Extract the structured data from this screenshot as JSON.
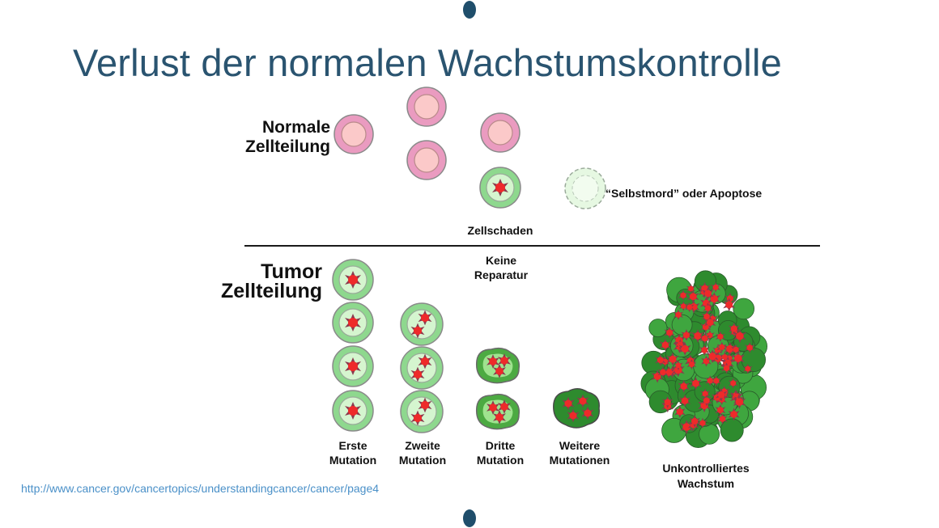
{
  "title": "Verlust der normalen Wachstumskontrolle",
  "diagram": {
    "normal_label": [
      "Normale",
      "Zellteilung"
    ],
    "tumor_label": [
      "Tumor",
      "Zellteilung"
    ],
    "apoptosis_label": "“Selbstmord” oder Apoptose",
    "damage_label": "Zellschaden",
    "no_repair_label": [
      "Keine",
      "Reparatur"
    ],
    "mutation_labels": [
      [
        "Erste",
        "Mutation"
      ],
      [
        "Zweite",
        "Mutation"
      ],
      [
        "Dritte",
        "Mutation"
      ],
      [
        "Weitere",
        "Mutationen"
      ]
    ],
    "uncontrolled_label": [
      "Unkontrolliertes",
      "Wachstum"
    ]
  },
  "source_link": "http://www.cancer.gov/cancertopics/understandingcancer/cancer/page4",
  "colors": {
    "title": "#2a5470",
    "normal_cell_ring": "#ea9bc0",
    "normal_cell_core": "#fbc9c9",
    "damaged_cell_ring": "#8ed88e",
    "damaged_cell_core": "#d5f5cf",
    "tumor_core": "#ee2a2a",
    "tumor_dark_green": "#2e8b2e",
    "link": "#4a90c8"
  }
}
